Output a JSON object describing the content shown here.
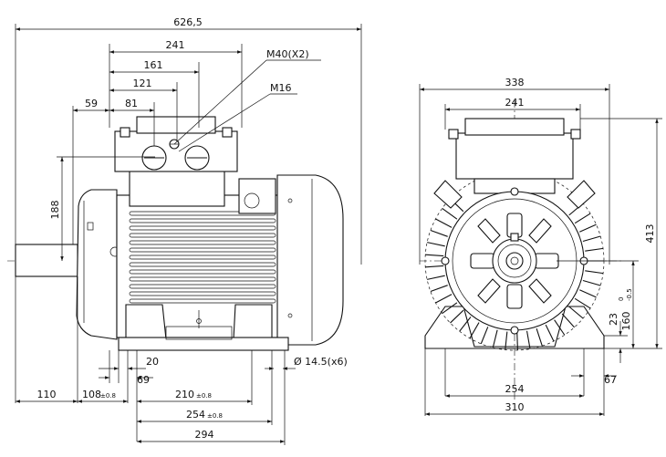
{
  "title": "",
  "side_view": {
    "dimensions": {
      "overall_length": "626,5",
      "terminal_box_width": "241",
      "d161": "161",
      "d121": "121",
      "d81": "81",
      "d59": "59",
      "d188": "188",
      "d20": "20",
      "d69": "69",
      "shaft_length": "110",
      "d108": "108",
      "d108_tol": "±0.8",
      "d210": "210",
      "d210_tol": "±0.8",
      "d254": "254",
      "d254_tol": "±0.8",
      "d294": "294",
      "hole_diameter": "Ø 14.5(x6)"
    },
    "callouts": {
      "cable_gland_large": "M40(X2)",
      "cable_gland_small": "M16"
    }
  },
  "end_view": {
    "dimensions": {
      "overall_width": "338",
      "terminal_box_width": "241",
      "overall_height": "413",
      "shaft_height": "160",
      "shaft_height_tol": "0",
      "shaft_height_tol_low": "-0.5",
      "d23": "23",
      "d67": "67",
      "foot_centers": "254",
      "foot_width": "310"
    }
  },
  "colors": {
    "line": "#111111",
    "background": "#ffffff"
  }
}
